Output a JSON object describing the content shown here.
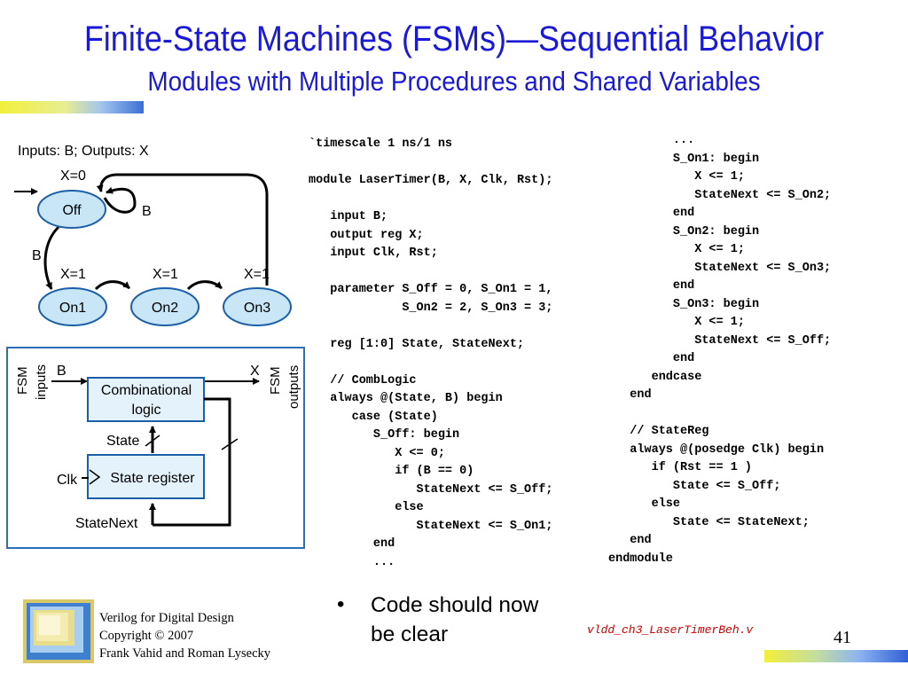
{
  "title": "Finite-State Machines (FSMs)—Sequential Behavior",
  "subtitle": "Modules with Multiple Procedures and Shared Variables",
  "fsm": {
    "io_label": "Inputs: B; Outputs: X",
    "states": [
      {
        "name": "Off",
        "output": "X=0"
      },
      {
        "name": "On1",
        "output": "X=1"
      },
      {
        "name": "On2",
        "output": "X=1"
      },
      {
        "name": "On3",
        "output": "X=1"
      }
    ],
    "self_loop_label": "B",
    "off_to_on1_label": "B"
  },
  "block_diagram": {
    "fsm_inputs": "FSM inputs",
    "fsm_outputs": "FSM outputs",
    "input_b": "B",
    "output_x": "X",
    "comb_logic": "Combinational logic",
    "state_label": "State",
    "state_register": "State register",
    "clk": "Clk",
    "state_next": "StateNext"
  },
  "code_middle": "`timescale 1 ns/1 ns\n\nmodule LaserTimer(B, X, Clk, Rst);\n\n   input B;\n   output reg X;\n   input Clk, Rst;\n\n   parameter S_Off = 0, S_On1 = 1,\n             S_On2 = 2, S_On3 = 3;\n\n   reg [1:0] State, StateNext;\n\n   // CombLogic\n   always @(State, B) begin\n      case (State)\n         S_Off: begin\n            X <= 0;\n            if (B == 0)\n               StateNext <= S_Off;\n            else\n               StateNext <= S_On1;\n         end\n         ...",
  "code_right": "         ...\n         S_On1: begin\n            X <= 1;\n            StateNext <= S_On2;\n         end\n         S_On2: begin\n            X <= 1;\n            StateNext <= S_On3;\n         end\n         S_On3: begin\n            X <= 1;\n            StateNext <= S_Off;\n         end\n      endcase\n   end\n\n   // StateReg\n   always @(posedge Clk) begin\n      if (Rst == 1 )\n         State <= S_Off;\n      else\n         State <= StateNext;\n   end\nendmodule",
  "bullet": "Code should now be clear",
  "footer": {
    "line1": "Verilog for Digital Design",
    "line2": "Copyright © 2007",
    "line3": "Frank Vahid and Roman Lysecky"
  },
  "filename": "vldd_ch3_LaserTimerBeh.v",
  "page_number": "41",
  "colors": {
    "title": "#1a1ad6",
    "state_fill": "#c9e6f7",
    "state_border": "#1c5fa8",
    "box_fill": "#e4f3fb",
    "filename": "#cc0000",
    "logo_gold": "#d8c86a"
  }
}
